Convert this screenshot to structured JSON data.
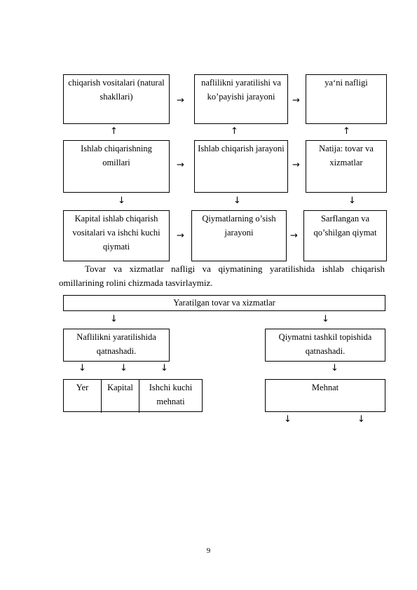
{
  "row1": {
    "box1": "chiqarish vositalari (natural shakllari)",
    "box2": "naflilikni yaratilishi va  ko’payishi jarayoni",
    "box3": "ya‘ni nafligi"
  },
  "row2": {
    "box1": "Ishlab chiqarishning omillari",
    "box2": "Ishlab  chiqarish jarayoni",
    "box3": "Natija: tovar va xizmatlar"
  },
  "row3": {
    "box1": "Kapital  ishlab  chiqarish vositalari va  ishchi kuchi qiymati",
    "box2": "Qiymatlarning o’sish jarayoni",
    "box3": "Sarflangan va qo’shilgan qiymat"
  },
  "arrows": {
    "right": "→",
    "up": "↑",
    "down": "↓"
  },
  "paragraph": "Tovar  va  xizmatlar  nafligi  va  qiymatining  yaratilishida  ishlab  chiqarish omillarining  rolini  chizmada  tasvirlaymiz.",
  "diagram2": {
    "top": "Yaratilgan tovar va  xizmatlar",
    "left_box": "Naflilikni yaratilishida qatnashadi.",
    "right_box": "Qiymatni  tashkil  topishida qatnashadi.",
    "factors": [
      "Yer",
      "Kapital",
      "Ishchi kuchi mehnati"
    ],
    "labor": "Mehnat"
  },
  "page_number": "9"
}
